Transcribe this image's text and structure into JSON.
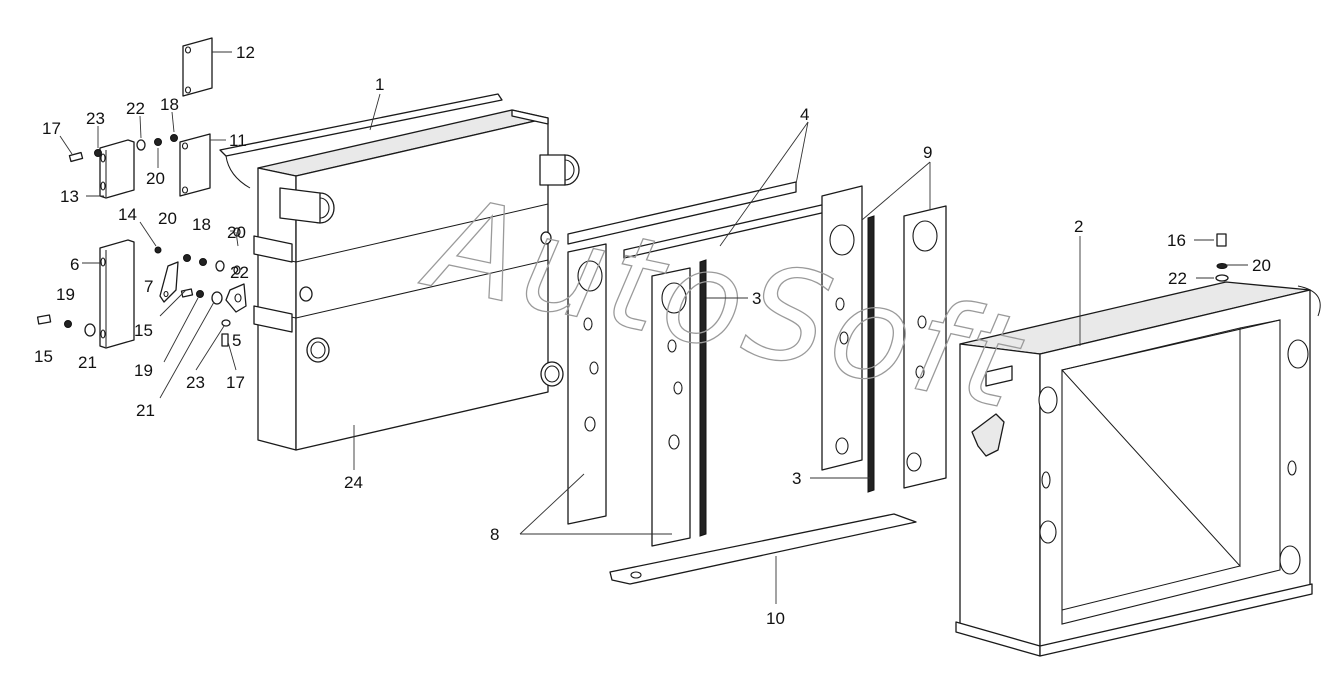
{
  "diagram": {
    "watermark": "AutoSoft",
    "callouts": [
      {
        "id": "c1",
        "label": "1"
      },
      {
        "id": "c2",
        "label": "2"
      },
      {
        "id": "c3a",
        "label": "3"
      },
      {
        "id": "c3b",
        "label": "3"
      },
      {
        "id": "c4",
        "label": "4"
      },
      {
        "id": "c5",
        "label": "5"
      },
      {
        "id": "c6",
        "label": "6"
      },
      {
        "id": "c7",
        "label": "7"
      },
      {
        "id": "c8",
        "label": "8"
      },
      {
        "id": "c9",
        "label": "9"
      },
      {
        "id": "c10",
        "label": "10"
      },
      {
        "id": "c11",
        "label": "11"
      },
      {
        "id": "c12",
        "label": "12"
      },
      {
        "id": "c13",
        "label": "13"
      },
      {
        "id": "c14",
        "label": "14"
      },
      {
        "id": "c15a",
        "label": "15"
      },
      {
        "id": "c15b",
        "label": "15"
      },
      {
        "id": "c16",
        "label": "16"
      },
      {
        "id": "c17a",
        "label": "17"
      },
      {
        "id": "c17b",
        "label": "17"
      },
      {
        "id": "c18a",
        "label": "18"
      },
      {
        "id": "c18b",
        "label": "18"
      },
      {
        "id": "c19a",
        "label": "19"
      },
      {
        "id": "c19b",
        "label": "19"
      },
      {
        "id": "c20a",
        "label": "20"
      },
      {
        "id": "c20b",
        "label": "20"
      },
      {
        "id": "c20c",
        "label": "20"
      },
      {
        "id": "c20d",
        "label": "20"
      },
      {
        "id": "c21a",
        "label": "21"
      },
      {
        "id": "c21b",
        "label": "21"
      },
      {
        "id": "c22a",
        "label": "22"
      },
      {
        "id": "c22b",
        "label": "22"
      },
      {
        "id": "c22c",
        "label": "22"
      },
      {
        "id": "c23a",
        "label": "23"
      },
      {
        "id": "c23b",
        "label": "23"
      },
      {
        "id": "c24",
        "label": "24"
      }
    ]
  }
}
